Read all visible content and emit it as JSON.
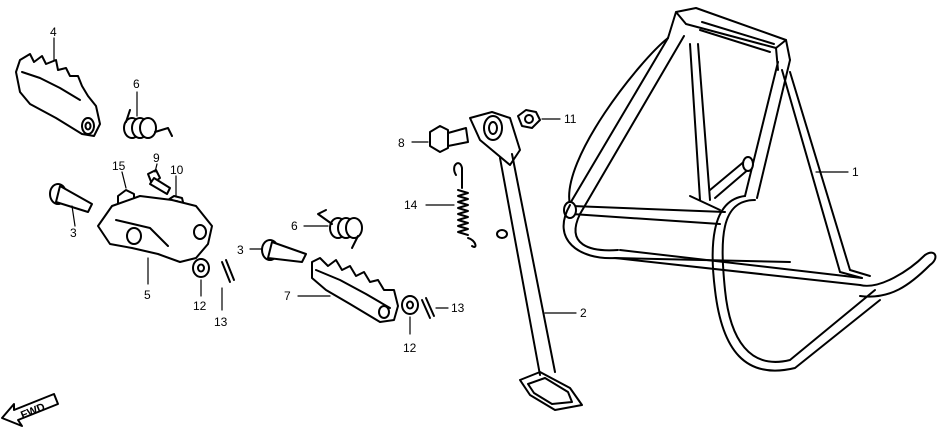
{
  "callouts": {
    "c1": "1",
    "c2": "2",
    "c3a": "3",
    "c3b": "3",
    "c4": "4",
    "c5": "5",
    "c6a": "6",
    "c6b": "6",
    "c7": "7",
    "c8": "8",
    "c9": "9",
    "c10": "10",
    "c11": "11",
    "c12a": "12",
    "c12b": "12",
    "c13a": "13",
    "c13b": "13",
    "c14": "14",
    "c15": "15"
  },
  "fwd_label": "FWD"
}
